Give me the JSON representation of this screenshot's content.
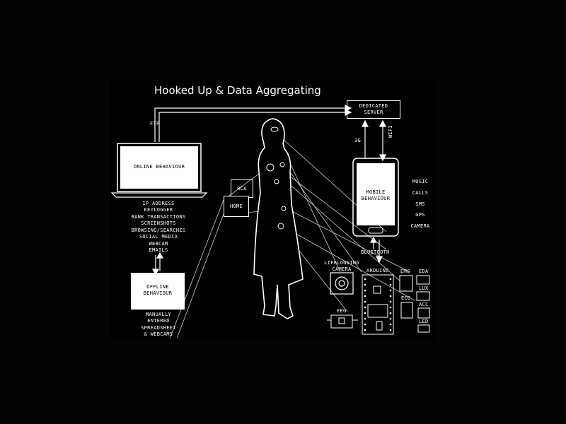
{
  "title": "Hooked Up & Data Aggregating",
  "server": {
    "line1": "DEDICATED",
    "line2": "SERVER"
  },
  "ftp": "FTP",
  "online": "ONLINE BEHAVIOUR",
  "online_items": [
    "IP ADDRESS",
    "KEYLOGGER",
    "BANK TRANSACTIONS",
    "SCREENSHOTS",
    "BROWSING/SEARCHES",
    "SOCIAL MEDIA",
    "WEBCAM",
    "EMAILS"
  ],
  "offline": {
    "line1": "OFFLINE",
    "line2": "BEHAVIOUR"
  },
  "offline_items": [
    "MANUALLY",
    "ENTERED",
    "SPREADSHEET",
    "& WEBCAMS"
  ],
  "rca": "RCA",
  "home": "HOME",
  "g3": "3G",
  "wifi": "WIFI",
  "mobile": {
    "line1": "MOBILE",
    "line2": "BEHAVIOUR"
  },
  "mobile_items": [
    "MUSIC",
    "CALLS",
    "SMS",
    "GPS",
    "CAMERA"
  ],
  "bluetooth": "BLUETOOTH",
  "lifelogging": {
    "line1": "LIFELOGGING",
    "line2": "CAMERA"
  },
  "arduino": "ARDUINO",
  "eeg": "EEG",
  "emg": "EMG",
  "eda": "EDA",
  "lux": "LUX",
  "ecg": "ECG",
  "acc": "ACC",
  "led": "LED"
}
